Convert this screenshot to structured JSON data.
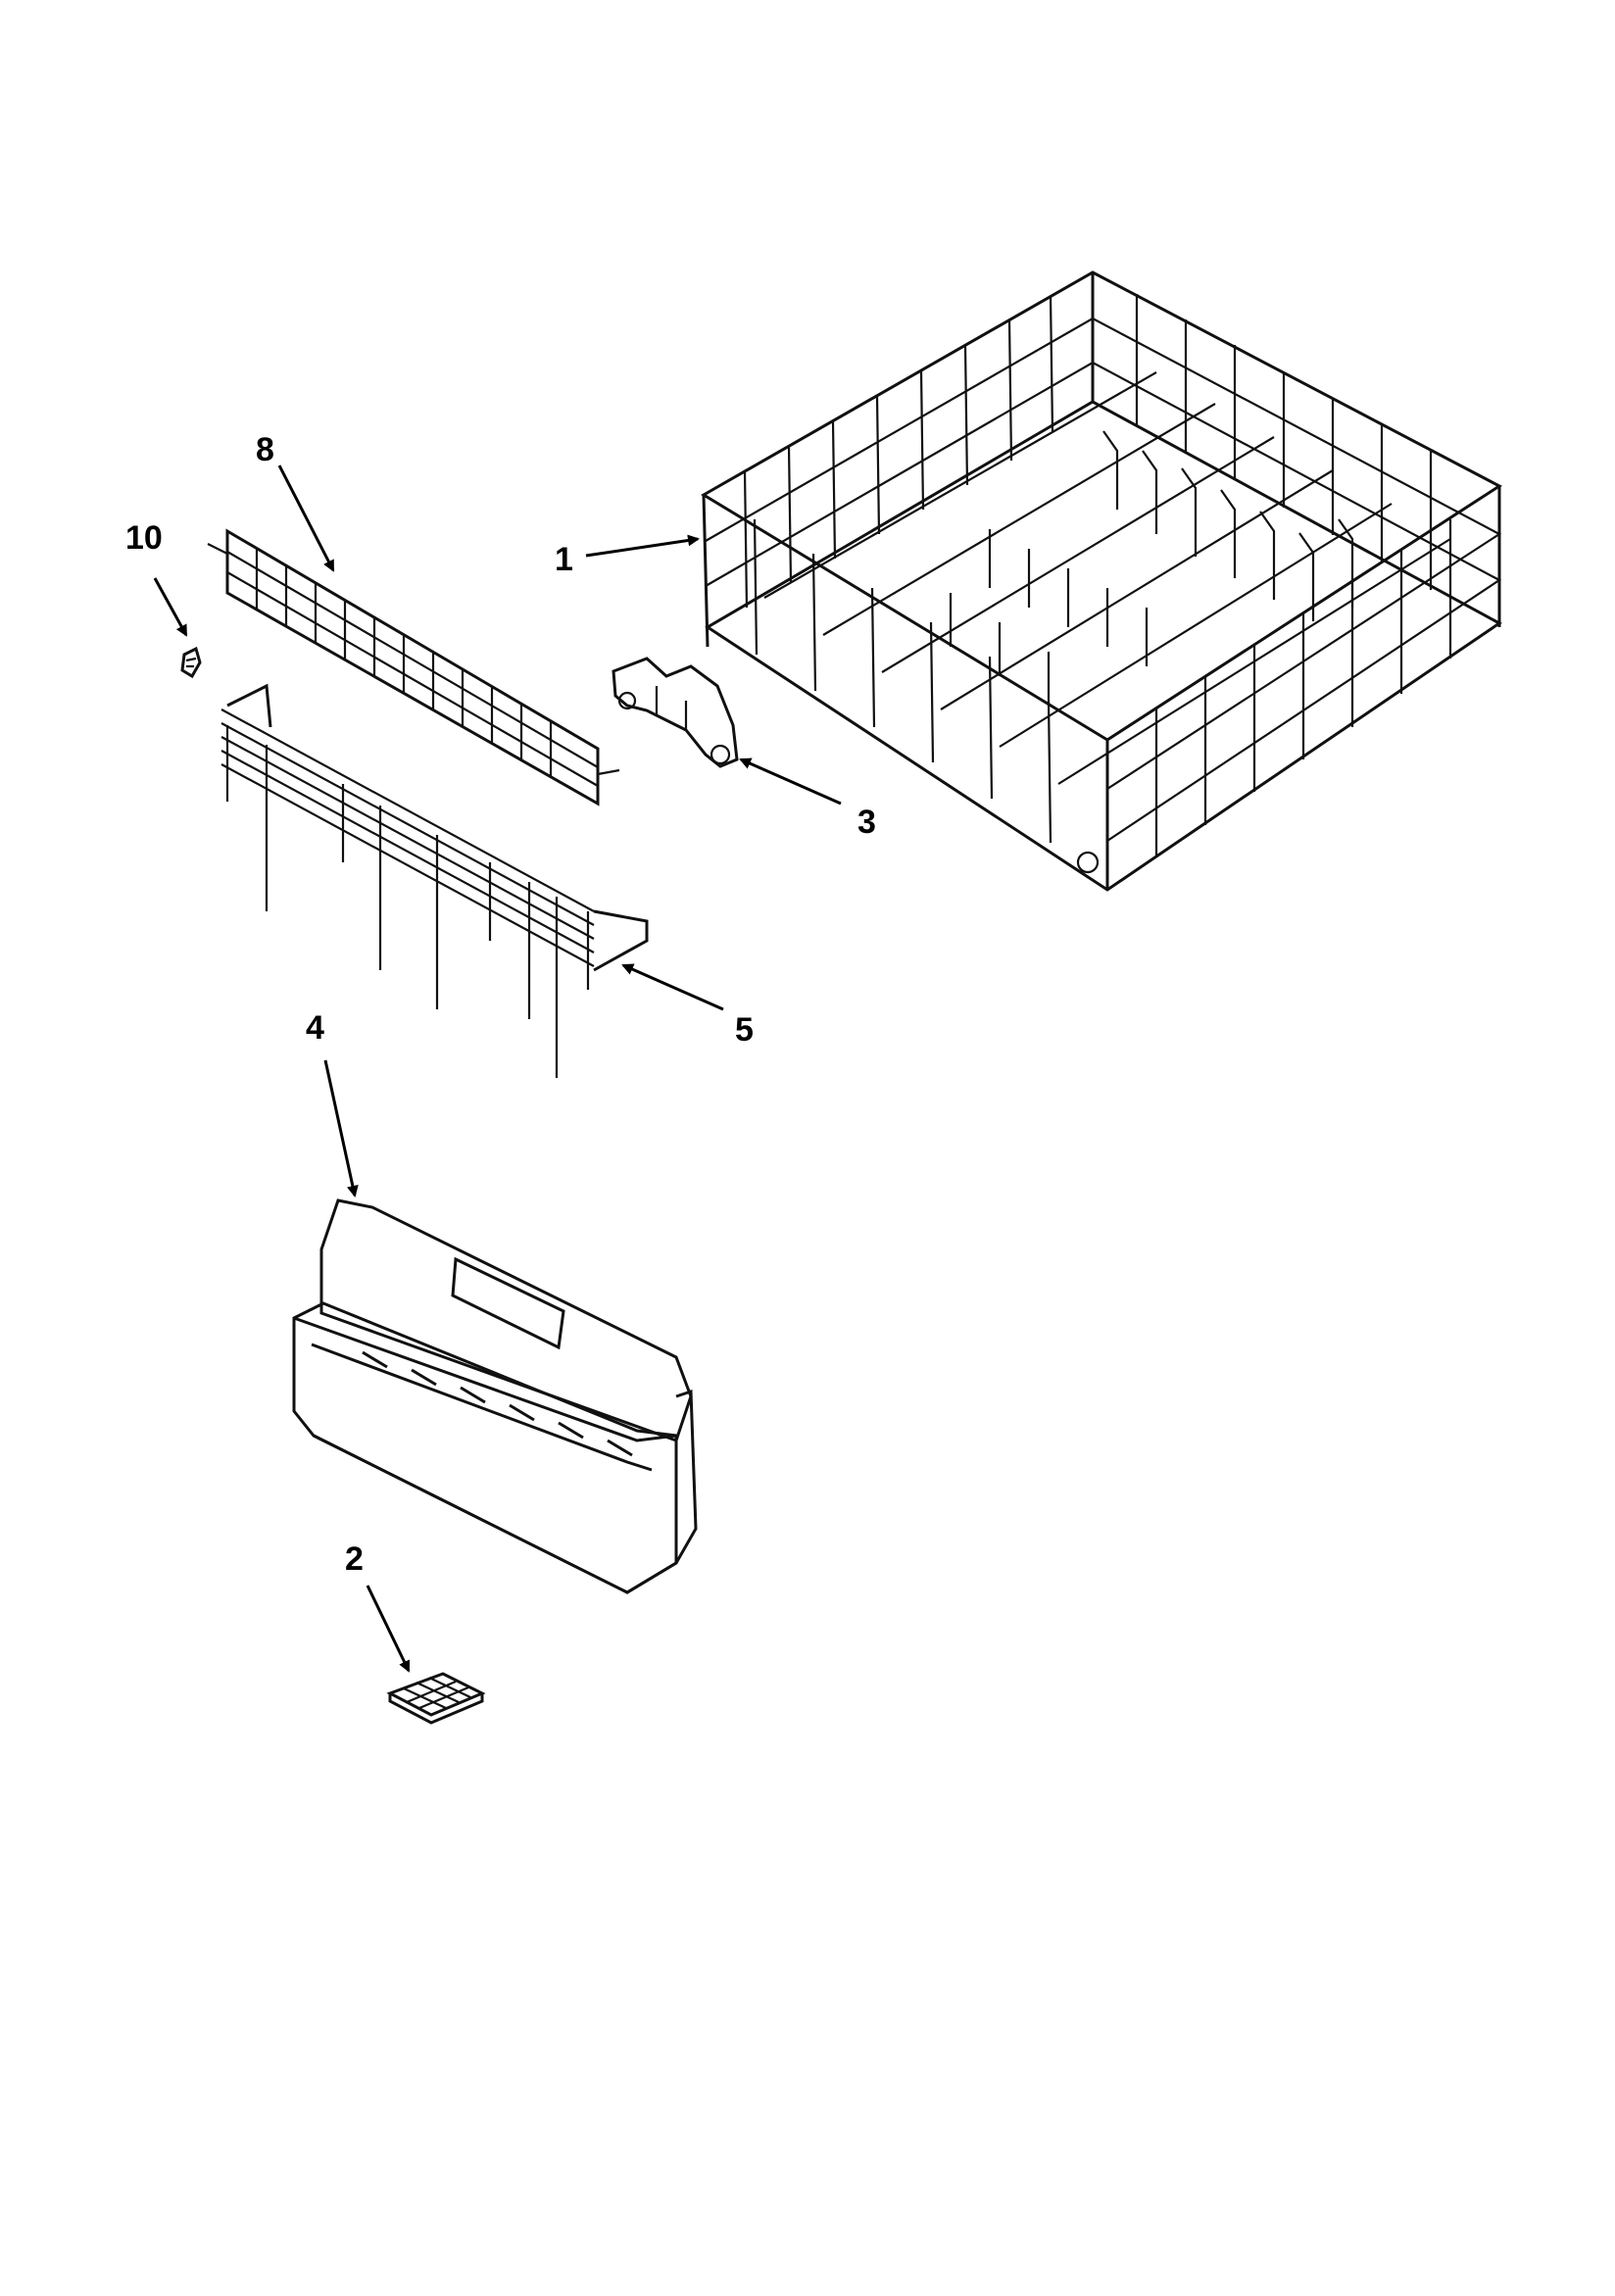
{
  "diagram": {
    "callouts": [
      {
        "id": "1",
        "label": "1"
      },
      {
        "id": "2",
        "label": "2"
      },
      {
        "id": "3",
        "label": "3"
      },
      {
        "id": "4",
        "label": "4"
      },
      {
        "id": "5",
        "label": "5"
      },
      {
        "id": "8",
        "label": "8"
      },
      {
        "id": "10",
        "label": "10"
      }
    ],
    "parts": [
      {
        "callout": "1",
        "icon": "dishrack-icon"
      },
      {
        "callout": "2",
        "icon": "basket-lid-icon"
      },
      {
        "callout": "3",
        "icon": "roller-bracket-icon"
      },
      {
        "callout": "4",
        "icon": "silverware-basket-icon"
      },
      {
        "callout": "5",
        "icon": "wire-tine-row-icon"
      },
      {
        "callout": "8",
        "icon": "wire-grid-shield-icon"
      },
      {
        "callout": "10",
        "icon": "clip-icon"
      }
    ]
  }
}
